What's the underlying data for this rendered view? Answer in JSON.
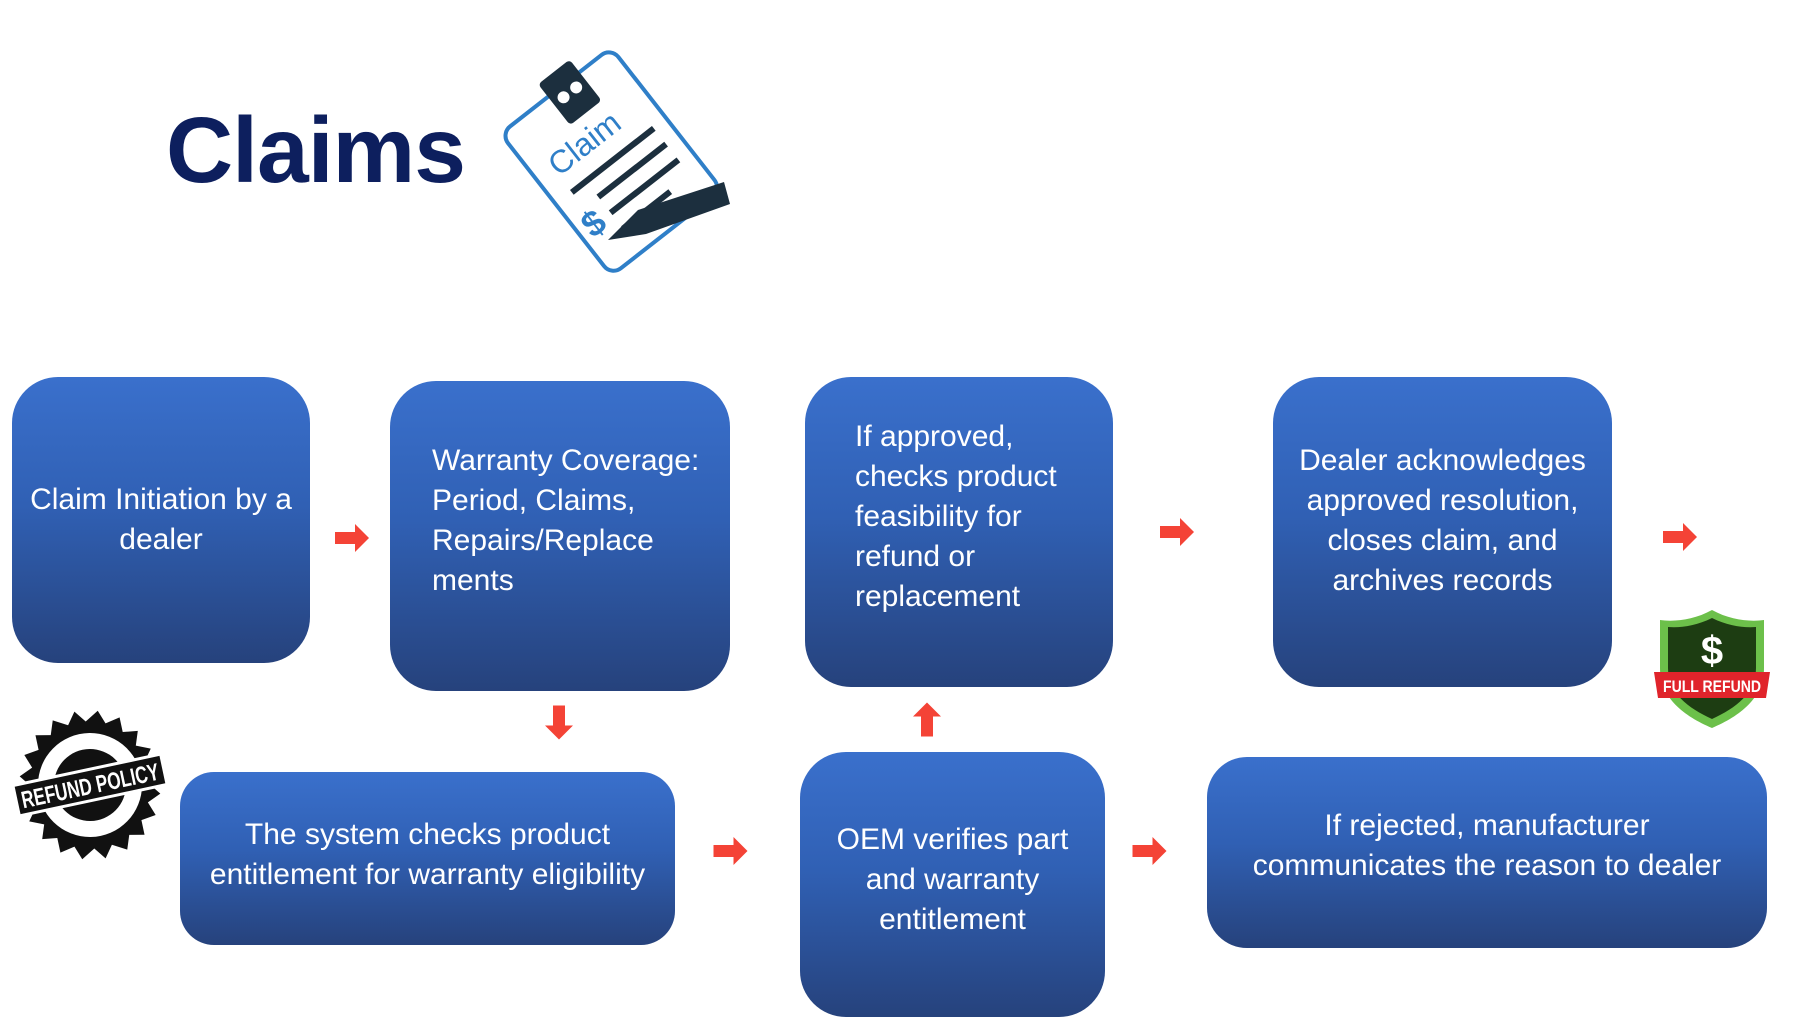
{
  "header": {
    "title": "Claims",
    "icon_label": "Claim"
  },
  "colors": {
    "title": "#0d1f5e",
    "box_top": "#3a70cc",
    "box_bottom": "#26427c",
    "arrow": "#f44336",
    "icon_blue": "#2f7fc8",
    "icon_dark": "#1c2f3e"
  },
  "flow": {
    "steps": [
      {
        "id": "initiation",
        "text": "Claim Initiation by a dealer"
      },
      {
        "id": "coverage",
        "text": "Warranty Coverage: Period, Claims, Repairs/Replace ments"
      },
      {
        "id": "system",
        "text": "The system checks product entitlement for warranty eligibility"
      },
      {
        "id": "oem",
        "text": "OEM verifies part and warranty entitlement"
      },
      {
        "id": "approved",
        "text": "If approved, checks product feasibility for refund or replacement"
      },
      {
        "id": "dealer",
        "text": "Dealer acknowledges approved resolution, closes claim, and archives records"
      },
      {
        "id": "rejected",
        "text": "If rejected, manufacturer communicates the reason to dealer"
      }
    ],
    "connections": [
      {
        "from": "initiation",
        "to": "coverage",
        "direction": "right"
      },
      {
        "from": "coverage",
        "to": "system",
        "direction": "down"
      },
      {
        "from": "system",
        "to": "oem",
        "direction": "right"
      },
      {
        "from": "oem",
        "to": "approved",
        "direction": "up"
      },
      {
        "from": "oem",
        "to": "rejected",
        "direction": "right"
      },
      {
        "from": "approved",
        "to": "dealer",
        "direction": "right"
      },
      {
        "from": "dealer",
        "to": "end",
        "direction": "right"
      }
    ]
  },
  "badges": {
    "refund_policy": "REFUND POLICY",
    "full_refund": "FULL REFUND",
    "currency_symbol": "$"
  }
}
